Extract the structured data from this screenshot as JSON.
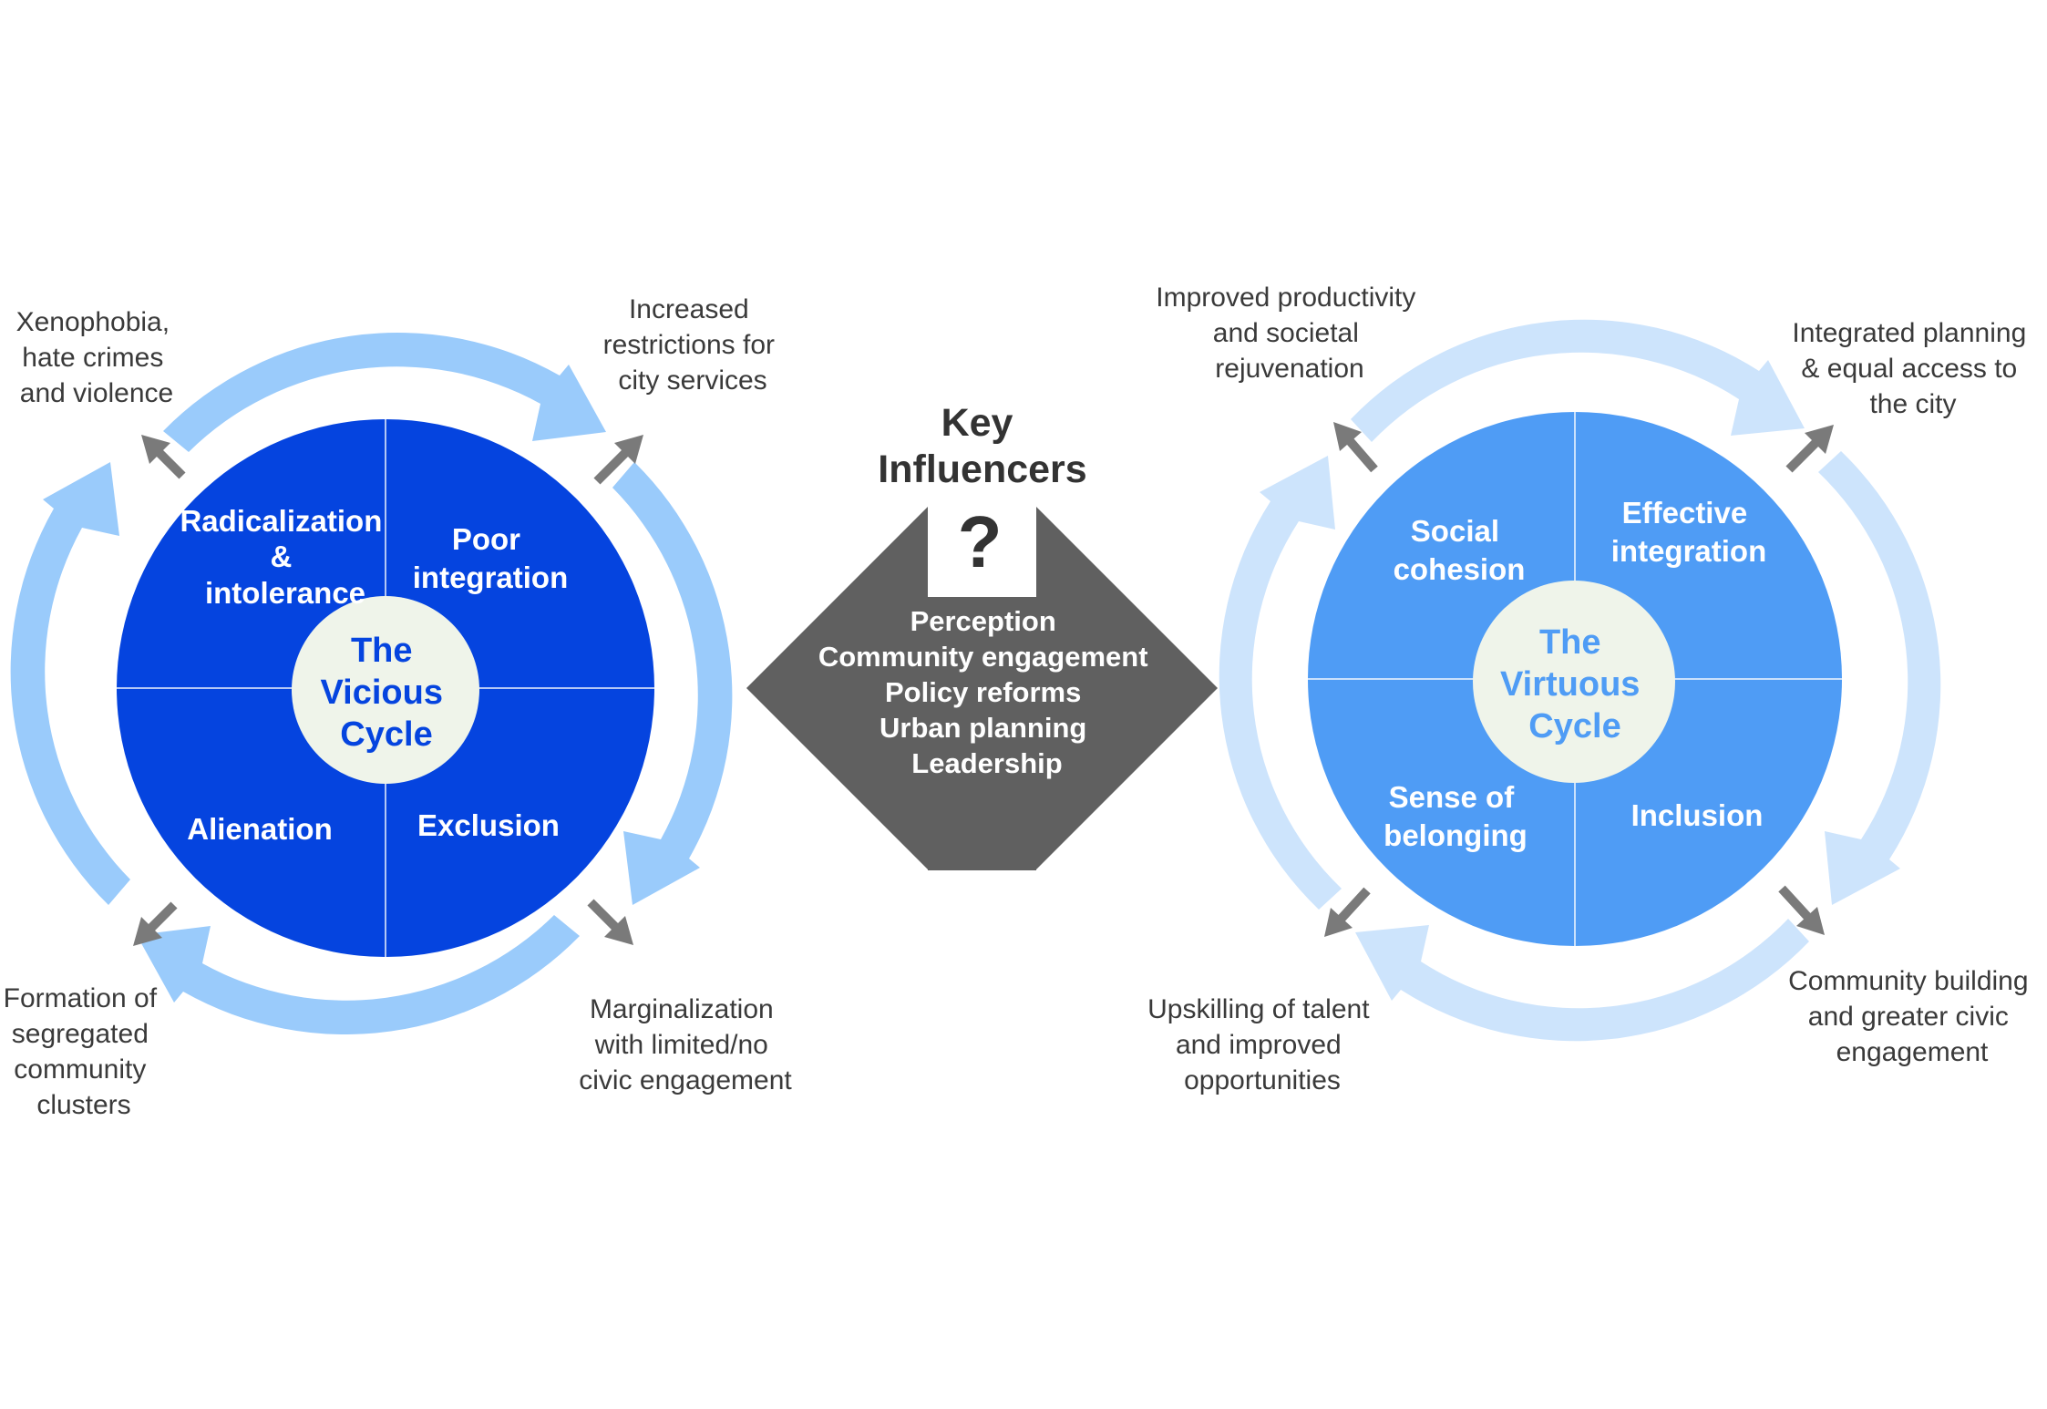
{
  "colors": {
    "vicious_fill": "#0544DF",
    "vicious_ring": "#9ACBFB",
    "virtuous_fill": "#4F9CF5",
    "virtuous_ring": "#CDE4FC",
    "center_fill": "#EFF4EA",
    "arrow_gray": "#7A7A7A",
    "influencer_gray": "#606060",
    "text_dark": "#3A3A3A"
  },
  "vicious": {
    "center": [
      "The",
      "Vicious",
      "Cycle"
    ],
    "quadrants": {
      "top_left": [
        "Radicalization",
        "&",
        "intolerance"
      ],
      "top_right": [
        "Poor",
        "integration"
      ],
      "bottom_left": [
        "Alienation"
      ],
      "bottom_right": [
        "Exclusion"
      ]
    },
    "outcomes": {
      "top_left": [
        "Xenophobia,",
        "hate crimes",
        "and violence"
      ],
      "top_right": [
        "Increased",
        "restrictions for",
        "city services"
      ],
      "bottom_left": [
        "Formation of",
        "segregated",
        "community",
        "clusters"
      ],
      "bottom_right": [
        "Marginalization",
        "with limited/no",
        "civic engagement"
      ]
    }
  },
  "key_influencers": {
    "title": [
      "Key",
      "Influencers"
    ],
    "symbol": "?",
    "items": [
      "Perception",
      "Community engagement",
      "Policy reforms",
      "Urban planning",
      "Leadership"
    ]
  },
  "virtuous": {
    "center": [
      "The",
      "Virtuous",
      "Cycle"
    ],
    "quadrants": {
      "top_left": [
        "Social",
        "cohesion"
      ],
      "top_right": [
        "Effective",
        "integration"
      ],
      "bottom_left": [
        "Sense of",
        "belonging"
      ],
      "bottom_right": [
        "Inclusion"
      ]
    },
    "outcomes": {
      "top_left": [
        "Improved productivity",
        "and societal",
        "rejuvenation"
      ],
      "top_right": [
        "Integrated planning",
        "& equal access to",
        "the city"
      ],
      "bottom_left": [
        "Upskilling of talent",
        "and improved",
        "opportunities"
      ],
      "bottom_right": [
        "Community building",
        "and greater civic",
        "engagement"
      ]
    }
  }
}
